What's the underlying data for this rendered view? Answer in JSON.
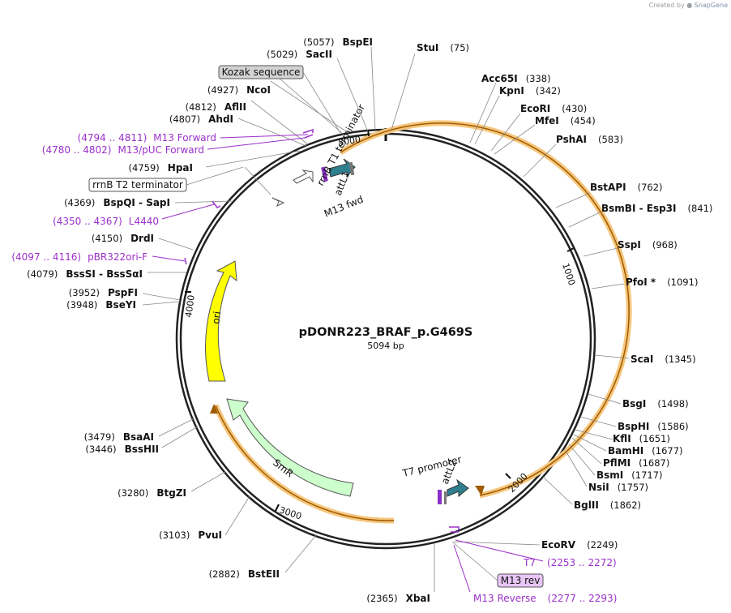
{
  "credit": {
    "prefix": "Created by",
    "brand": "SnapGene"
  },
  "plasmid": {
    "name": "pDONR223_BRAF_p.G469S",
    "length_label": "5094 bp"
  },
  "ticks": [
    "1000",
    "2000",
    "3000",
    "4000",
    "5000"
  ],
  "sites_right": [
    {
      "name": "StuI",
      "pos": "(75)"
    },
    {
      "name": "Acc65I",
      "pos": "(338)"
    },
    {
      "name": "KpnI",
      "pos": "(342)"
    },
    {
      "name": "EcoRI",
      "pos": "(430)"
    },
    {
      "name": "MfeI",
      "pos": "(454)"
    },
    {
      "name": "PshAI",
      "pos": "(583)"
    },
    {
      "name": "BstAPI",
      "pos": "(762)"
    },
    {
      "name": "BsmBI - Esp3I",
      "pos": "(841)"
    },
    {
      "name": "SspI",
      "pos": "(968)"
    },
    {
      "name": "PfoI *",
      "pos": "(1091)"
    },
    {
      "name": "ScaI",
      "pos": "(1345)"
    },
    {
      "name": "BsgI",
      "pos": "(1498)"
    },
    {
      "name": "BspHI",
      "pos": "(1586)"
    },
    {
      "name": "KflI",
      "pos": "(1651)"
    },
    {
      "name": "BamHI",
      "pos": "(1677)"
    },
    {
      "name": "PflMI",
      "pos": "(1687)"
    },
    {
      "name": "BsmI",
      "pos": "(1717)"
    },
    {
      "name": "NsiI",
      "pos": "(1757)"
    },
    {
      "name": "BglII",
      "pos": "(1862)"
    },
    {
      "name": "EcoRV",
      "pos": "(2249)"
    }
  ],
  "sites_left": [
    {
      "name": "BspEI",
      "pos": "(5057)"
    },
    {
      "name": "SacII",
      "pos": "(5029)"
    },
    {
      "name": "NcoI",
      "pos": "(4927)"
    },
    {
      "name": "AflII",
      "pos": "(4812)"
    },
    {
      "name": "AhdI",
      "pos": "(4807)"
    },
    {
      "name": "HpaI",
      "pos": "(4759)"
    },
    {
      "name": "BspQI - SapI",
      "pos": "(4369)"
    },
    {
      "name": "DrdI",
      "pos": "(4150)"
    },
    {
      "name": "BssSI - BssSαI",
      "pos": "(4079)"
    },
    {
      "name": "PspFI",
      "pos": "(3952)"
    },
    {
      "name": "BseYI",
      "pos": "(3948)"
    },
    {
      "name": "BsaAI",
      "pos": "(3479)"
    },
    {
      "name": "BssHII",
      "pos": "(3446)"
    },
    {
      "name": "BtgZI",
      "pos": "(3280)"
    },
    {
      "name": "PvuI",
      "pos": "(3103)"
    },
    {
      "name": "BstEII",
      "pos": "(2882)"
    },
    {
      "name": "XbaI",
      "pos": "(2365)"
    }
  ],
  "primers": [
    {
      "name": "M13 Forward",
      "range": "(4794 .. 4811)"
    },
    {
      "name": "M13/pUC Forward",
      "range": "(4780 .. 4802)"
    },
    {
      "name": "L4440",
      "range": "(4350 .. 4367)"
    },
    {
      "name": "pBR322ori-F",
      "range": "(4097 .. 4116)"
    },
    {
      "name": "T7",
      "range": "(2253 .. 2272)"
    },
    {
      "name": "M13 Reverse",
      "range": "(2277 .. 2293)"
    }
  ],
  "boxed_labels": [
    "Kozak sequence",
    "rrnB T2 terminator",
    "M13 rev"
  ],
  "features": [
    "rrnB T1 terminator",
    "M13 fwd",
    "attL1",
    "ori",
    "SmR",
    "T7 promoter",
    "attL2"
  ]
}
